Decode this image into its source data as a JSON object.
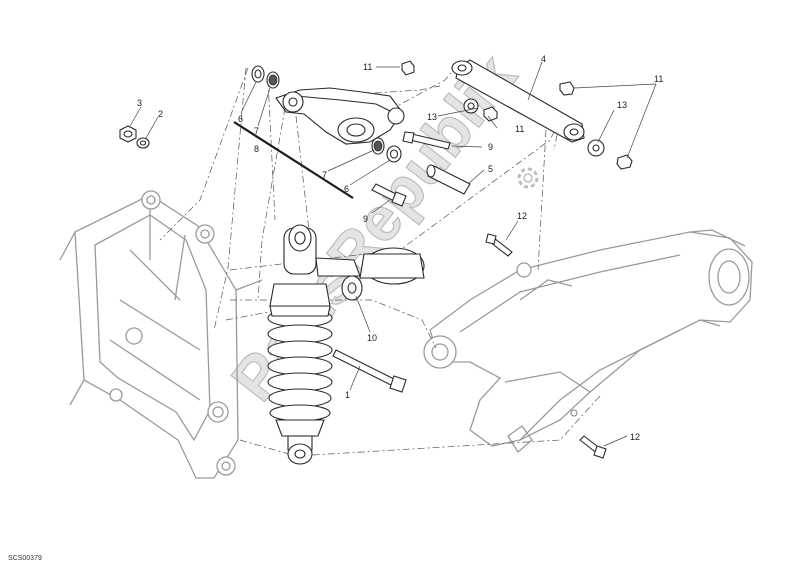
{
  "diagram": {
    "callouts": [
      "1",
      "2",
      "3",
      "4",
      "5",
      "6",
      "7",
      "8",
      "9",
      "10",
      "11",
      "12",
      "13"
    ],
    "labels": {
      "l1": "1",
      "l2": "2",
      "l3": "3",
      "l4": "4",
      "l5": "5",
      "l6a": "6",
      "l6b": "6",
      "l7a": "7",
      "l7b": "7",
      "l8": "8",
      "l9a": "9",
      "l9b": "9",
      "l10": "10",
      "l11a": "11",
      "l11b": "11",
      "l11c": "11",
      "l12a": "12",
      "l12b": "12",
      "l13a": "13",
      "l13b": "13"
    },
    "drawing_code": "SCS00379",
    "watermark": "PartsRepublik"
  }
}
